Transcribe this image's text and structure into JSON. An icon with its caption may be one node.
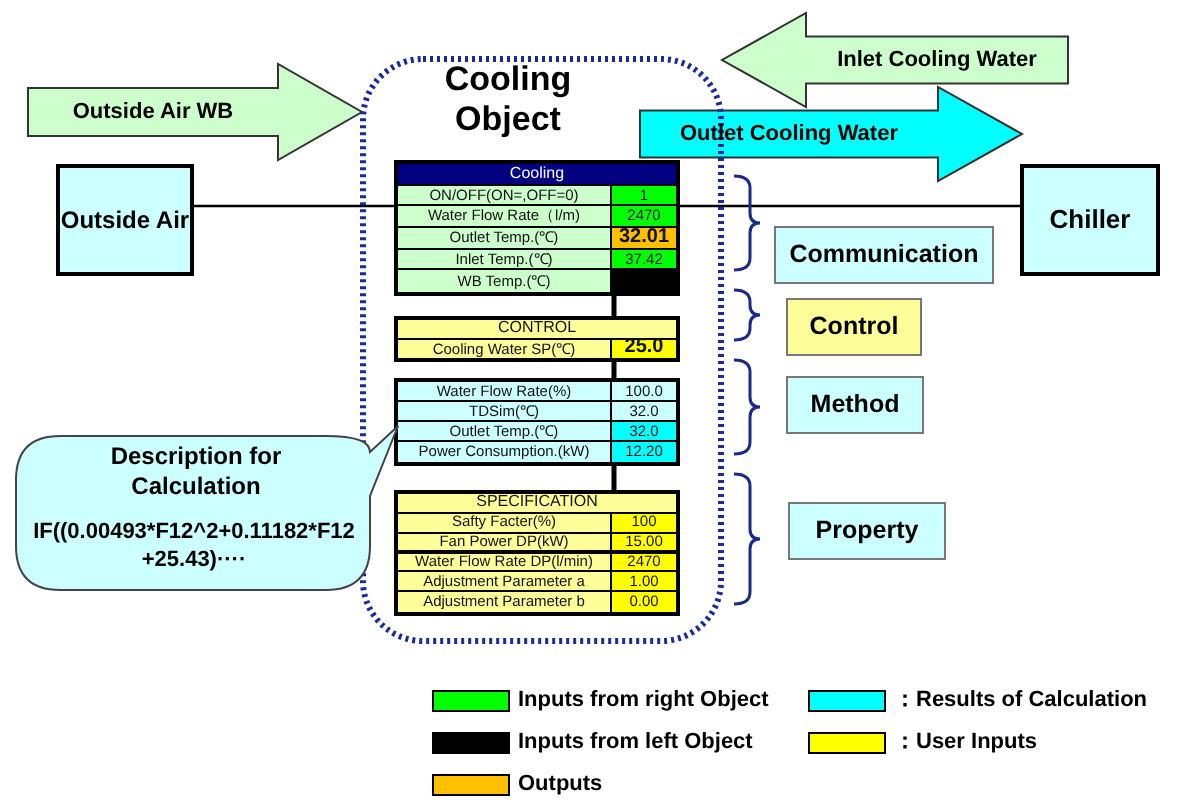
{
  "diagram": {
    "nodes": [
      {
        "text": [
          "Cooling Object"
        ]
      },
      {
        "text": [
          "Cooling",
          "ON/OFF(ON=,OFF=0)",
          "1",
          "Water Flow Rate（l/m)",
          "2470",
          "Outlet Temp.(℃)",
          "32.01",
          "Inlet Temp.(℃)",
          "37.42",
          "WB Temp.(℃)"
        ],
        "in": 0
      },
      {
        "text": [
          "CONTROL",
          "Cooling Water SP(℃)",
          "25.0"
        ],
        "in": 0
      },
      {
        "text": [
          "Water Flow Rate(%)",
          "100.0",
          "TDSim(℃)",
          "32.0",
          "Outlet Temp.(℃)",
          "32.0",
          "Power Consumption.(kW)",
          "12.20"
        ],
        "in": 0
      },
      {
        "text": [
          "SPECIFICATION",
          "Safty Facter(%)",
          "100",
          "Fan Power DP(kW)",
          "15.00",
          "Water Flow Rate DP(l/min)",
          "2470",
          "Adjustment Parameter a",
          "1.00",
          "Adjustment Parameter b",
          "0.00"
        ],
        "in": 0
      },
      {
        "text": [
          "Outside Air"
        ]
      },
      {
        "text": [
          "Chiller"
        ]
      },
      {
        "text": [
          "Communication"
        ]
      },
      {
        "text": [
          "Control"
        ]
      },
      {
        "text": [
          "Method"
        ]
      },
      {
        "text": [
          "Property"
        ]
      },
      {
        "text": [
          "Description for Calculation",
          "IF((0.00493*F12^2+0.11182*F12+25.43)····"
        ]
      }
    ],
    "edges": [
      {
        "from": 6,
        "to": 0,
        "arrow": "to",
        "label": "Inlet Cooling Water",
        "style": "thick",
        "color": "#ccffcc"
      },
      {
        "from": 5,
        "to": 0,
        "arrow": "to",
        "label": "Outside Air WB",
        "style": "thick",
        "color": "#ccffcc"
      },
      {
        "from": 0,
        "to": 6,
        "arrow": "to",
        "label": "Outlet Cooling Water",
        "style": "thick",
        "color": "#00ffff"
      },
      {
        "from": 5,
        "to": 1,
        "arrow": "none"
      },
      {
        "from": 1,
        "to": 6,
        "arrow": "none"
      },
      {
        "from": 1,
        "to": 2,
        "arrow": "none"
      },
      {
        "from": 2,
        "to": 3,
        "arrow": "none"
      },
      {
        "from": 3,
        "to": 4,
        "arrow": "none"
      }
    ],
    "legend": [
      {
        "text": "Inputs from right Object",
        "color": "#00ff00"
      },
      {
        "text": "：Results of Calculation",
        "color": "#00ffff"
      },
      {
        "text": "Inputs from left Object",
        "color": "#000000"
      },
      {
        "text": "：User Inputs",
        "color": "#ffff00"
      },
      {
        "text": "Outputs",
        "color": "#ffc000"
      }
    ]
  }
}
